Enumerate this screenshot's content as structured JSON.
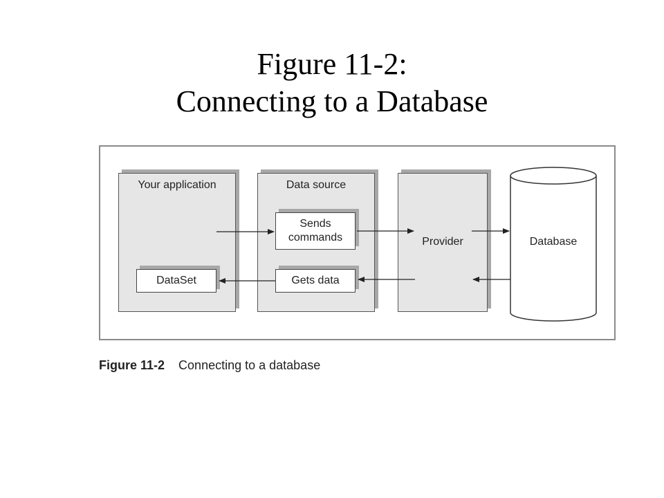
{
  "slide": {
    "title_line1": "Figure 11-2:",
    "title_line2": "Connecting to a Database"
  },
  "diagram": {
    "your_application": "Your application",
    "dataset": "DataSet",
    "data_source": "Data source",
    "sends_commands_line1": "Sends",
    "sends_commands_line2": "commands",
    "gets_data": "Gets data",
    "provider": "Provider",
    "database": "Database"
  },
  "caption": {
    "number": "Figure 11-2",
    "text": "Connecting to a database"
  },
  "colors": {
    "box_fill": "#e6e6e6",
    "shadow": "#a8a8a8",
    "frame_border": "#8a8a8a"
  }
}
